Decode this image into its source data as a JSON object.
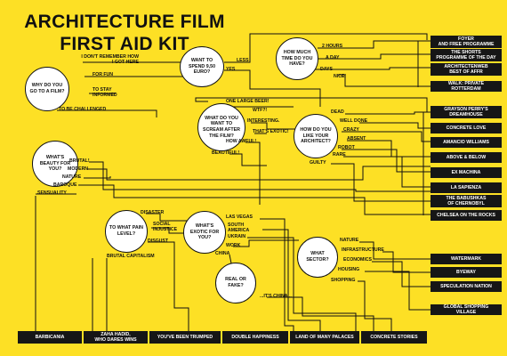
{
  "title": {
    "line1": "ARCHITECTURE FILM",
    "line2": "FIRST AID KIT"
  },
  "questions": {
    "why": "WHY DO YOU GO TO A FILM?",
    "spend": "WANT TO SPEND 9,50 EURO?",
    "time": "HOW MUCH TIME DO YOU HAVE?",
    "scream": "WHAT DO YOU WANT TO SCREAM AFTER THE FILM?",
    "like": "HOW DO YOU LIKE YOUR ARCHITECT?",
    "beauty": "WHAT'S BEAUTY FOR YOU?",
    "pain": "TO WHAT PAIN LEVEL?",
    "exotic": "WHAT'S EXOTIC FOR YOU?",
    "sector": "WHAT SECTOR?",
    "real": "REAL OR FAKE?"
  },
  "answers": {
    "dont_remember": "I DON'T REMEMBER HOW\nI GOT HERE",
    "for_fun": "FOR FUN",
    "stay_informed": "TO STAY\nINFORMED",
    "challenged": "TO BE CHALLENGED",
    "less": "LESS",
    "yes": "YES",
    "two_hours": "2 HOURS",
    "a_day": "A DAY",
    "days": "DAYS",
    "nice": "NICE!",
    "one_large_beer": "ONE LARGE BEER!",
    "wtf": "WTF?!",
    "interesting": "INTERESTING.",
    "thats_exotic": "THAT'S EXOTIC!",
    "how_awful": "HOW AWFUL!",
    "beautiful": "BEAUTIFUL!",
    "dead": "DEAD",
    "well_done": "WELL DONE",
    "crazy": "CRAZY",
    "absent": "ABSENT",
    "robot": "ROBOT",
    "rare": "RARE",
    "guilty": "GUILTY",
    "brutal": "BRUTAL!",
    "modern": "MODERN",
    "nature_beauty": "NATURE",
    "baroque": "BAROQUE",
    "sensuality": "SENSUALITY",
    "disaster": "DISASTER",
    "social_injustice": "SOCIAL\nINJUSTICE",
    "disgust": "DISGUST",
    "brutal_capitalism": "BRUTAL CAPITALISM",
    "las_vegas": "LAS VEGAS",
    "south_america": "SOUTH\nAMERICA",
    "ukrain": "UKRAIN",
    "work": "WORK",
    "china": "CHINA",
    "its_china": "...IT'S CHINA...",
    "nature_sector": "NATURE",
    "infrastructure": "INFRASTRUCTURE",
    "economics": "ECONOMICS",
    "housing": "HOUSING",
    "shopping": "SHOPPING"
  },
  "films": {
    "foyer": "FOYER\nAND  FREE PROGRAMME",
    "shorts": "THE SHORTS\nPROGRAMME OF THE DAY",
    "architectenweb": "ARCHITECTENWEB\nBEST OF AFFR",
    "walk": "WALK: PRIVATE ROTTERDAM",
    "grayson": "GRAYSON PERRY'S\nDREAMHOUSE",
    "concrete_love": "CONCRETE LOVE",
    "amancio": "AMANCIO WILLIAMS",
    "above_below": "ABOVE & BELOW",
    "ex_machina": "EX MACHINA",
    "la_sapienza": "LA SAPIENZA",
    "babushkas": "THE BABUSHKAS\nOF CHERNOBYL",
    "chelsea": "CHELSEA ON THE ROCKS",
    "watermark": "WATERMARK",
    "byeway": "BYEWAY",
    "speculation": "SPECULATION NATION",
    "global_shopping": "GLOBAL SHOPPING VILLAGE",
    "barbicania": "BARBICANIA",
    "zaha": "ZAHA HADID,\nWHO DARES WINS",
    "trumped": "YOU'VE BEEN TRUMPED",
    "double_happiness": "DOUBLE HAPPINESS",
    "palaces": "LAND OF MANY PALACES",
    "concrete_stories": "CONCRETE STORIES"
  },
  "colors": {
    "background": "#fde025",
    "ink": "#111111",
    "box": "#161616",
    "bubble": "#ffffff"
  }
}
